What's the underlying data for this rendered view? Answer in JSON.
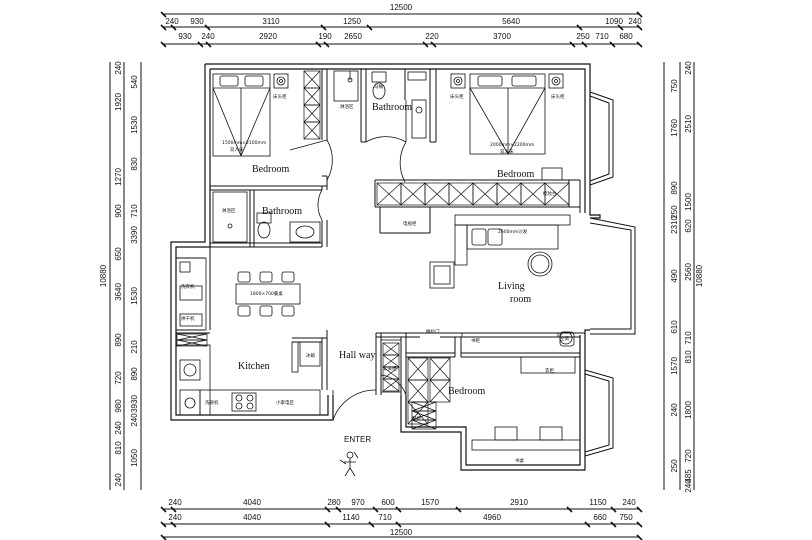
{
  "dims": {
    "top_total": "12500",
    "top_row1": [
      "240",
      "930",
      "3110",
      "1250",
      "5640",
      "1090",
      "240"
    ],
    "top_row2": [
      "930",
      "240",
      "2920",
      "190",
      "2650",
      "220",
      "3700",
      "250",
      "710",
      "680"
    ],
    "bottom_row1": [
      "240",
      "4040",
      "280",
      "970",
      "600",
      "1570",
      "2910",
      "1150",
      "240"
    ],
    "bottom_row2": [
      "240",
      "4040",
      "1140",
      "710",
      "4960",
      "660",
      "750"
    ],
    "bottom_total": "12500",
    "left_total": "10880",
    "left_outer": [
      "240",
      "1920",
      "1270",
      "900",
      "650",
      "3640",
      "890",
      "720",
      "980",
      "240",
      "810",
      "240"
    ],
    "left_inner": [
      "540",
      "1530",
      "830",
      "710",
      "3390",
      "1530",
      "210",
      "890",
      "240",
      "3930",
      "1050"
    ],
    "right_total": "10880",
    "right_outer": [
      "240",
      "2510",
      "1500",
      "620",
      "2560",
      "710",
      "810",
      "1800",
      "720",
      "485",
      "240"
    ],
    "right_inner": [
      "750",
      "1760",
      "890",
      "250",
      "2310",
      "490",
      "610",
      "1570",
      "240",
      "250"
    ]
  },
  "rooms": {
    "bedroom_nw": "Bedroom",
    "bathroom_n": "Bathroom",
    "bedroom_ne": "Bedroom",
    "bathroom_w": "Bathroom",
    "living": "Living",
    "living2": "room",
    "kitchen": "Kitchen",
    "hallway": "Hall way",
    "bedroom_se": "Bedroom",
    "enter": "ENTER"
  },
  "annotations": {
    "bed_nw_size": "1500mm×2100mm",
    "bed_nw_note": "双人床",
    "bed_ne_size": "2000mm×2200mm",
    "bed_ne_note": "双人床",
    "bedside": "床头柜",
    "bathzone": "淋浴区",
    "toilet": "马桶",
    "dresser": "梳妆台",
    "dining": "1800×700餐桌",
    "sofa": "2600mm沙发",
    "tv": "电视柜",
    "ac": "空调",
    "fridge": "冰箱",
    "washer": "洗衣机",
    "dryer": "烘干机",
    "sink": "洗碗机",
    "stove": "小家电区",
    "shoe": "鞋柜",
    "entry_cab": "玄关柜",
    "study": "书桌",
    "wardrobe": "衣柜",
    "door": "推拉门",
    "shelf": "书柜"
  }
}
